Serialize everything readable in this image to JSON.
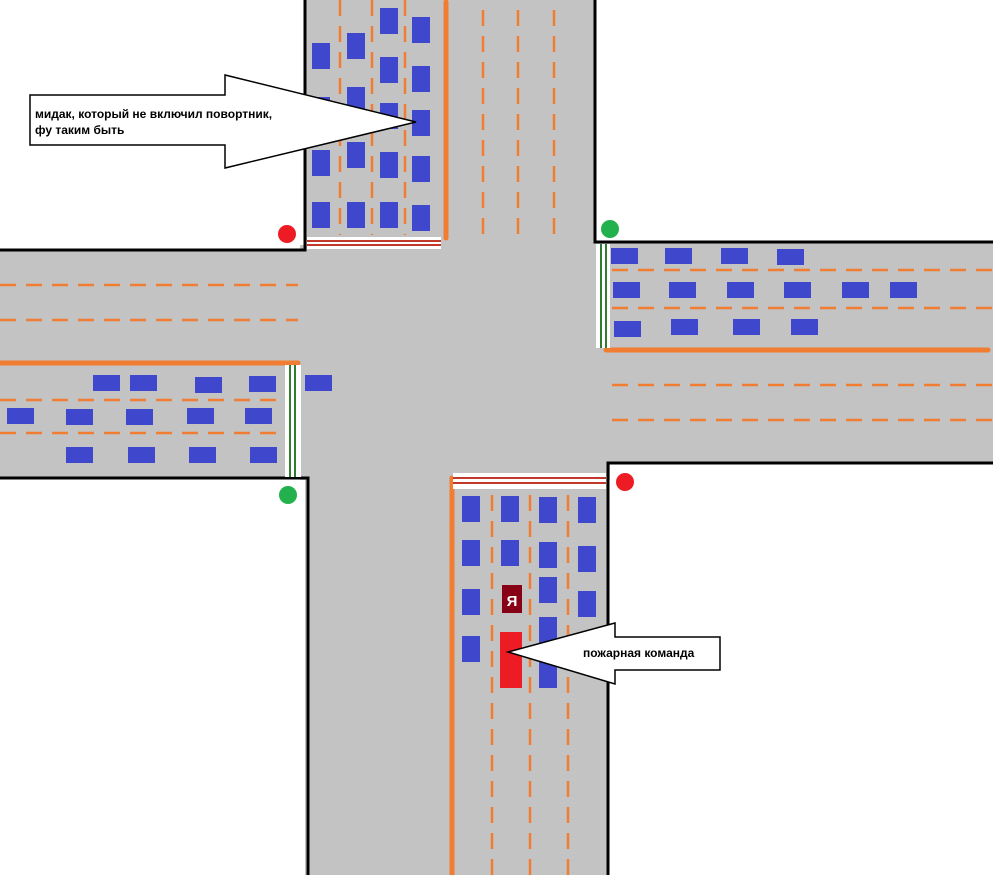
{
  "callouts": {
    "top_line1": "мидак, который не включил повортник,",
    "top_line2": "фу таким быть",
    "bottom": "пожарная команда"
  },
  "me_label": "Я",
  "colors": {
    "road": "#c3c3c3",
    "background": "#ffffff",
    "curb": "#000000",
    "lane_marking": "#f07d32",
    "car": "#3f48cc",
    "fire_truck": "#ed1c24",
    "my_car": "#880015",
    "light_red": "#ed1c24",
    "light_green": "#22b14c",
    "stop_line_red": "#c0392b",
    "stop_line_green": "#2e7d32"
  },
  "traffic_lights": [
    {
      "id": "north",
      "state": "red"
    },
    {
      "id": "east",
      "state": "green"
    },
    {
      "id": "south",
      "state": "red"
    },
    {
      "id": "west",
      "state": "green"
    }
  ],
  "vehicles": {
    "fire_truck": "fire-truck",
    "my_car": "my-car"
  }
}
